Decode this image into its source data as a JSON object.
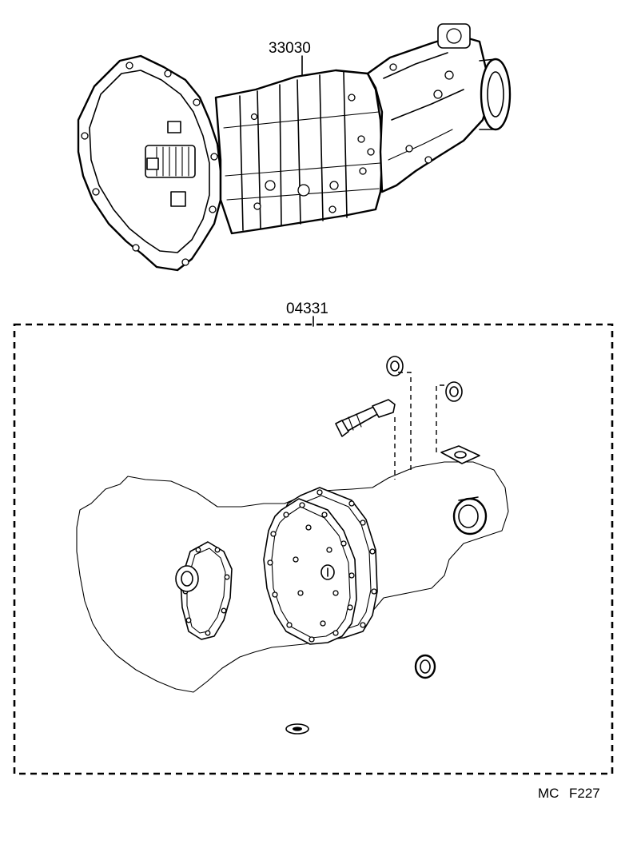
{
  "diagram": {
    "labels": {
      "transmission_assembly": "33030",
      "gasket_kit": "04331"
    },
    "footer": {
      "model_code": "MC",
      "figure_number": "F227"
    }
  }
}
